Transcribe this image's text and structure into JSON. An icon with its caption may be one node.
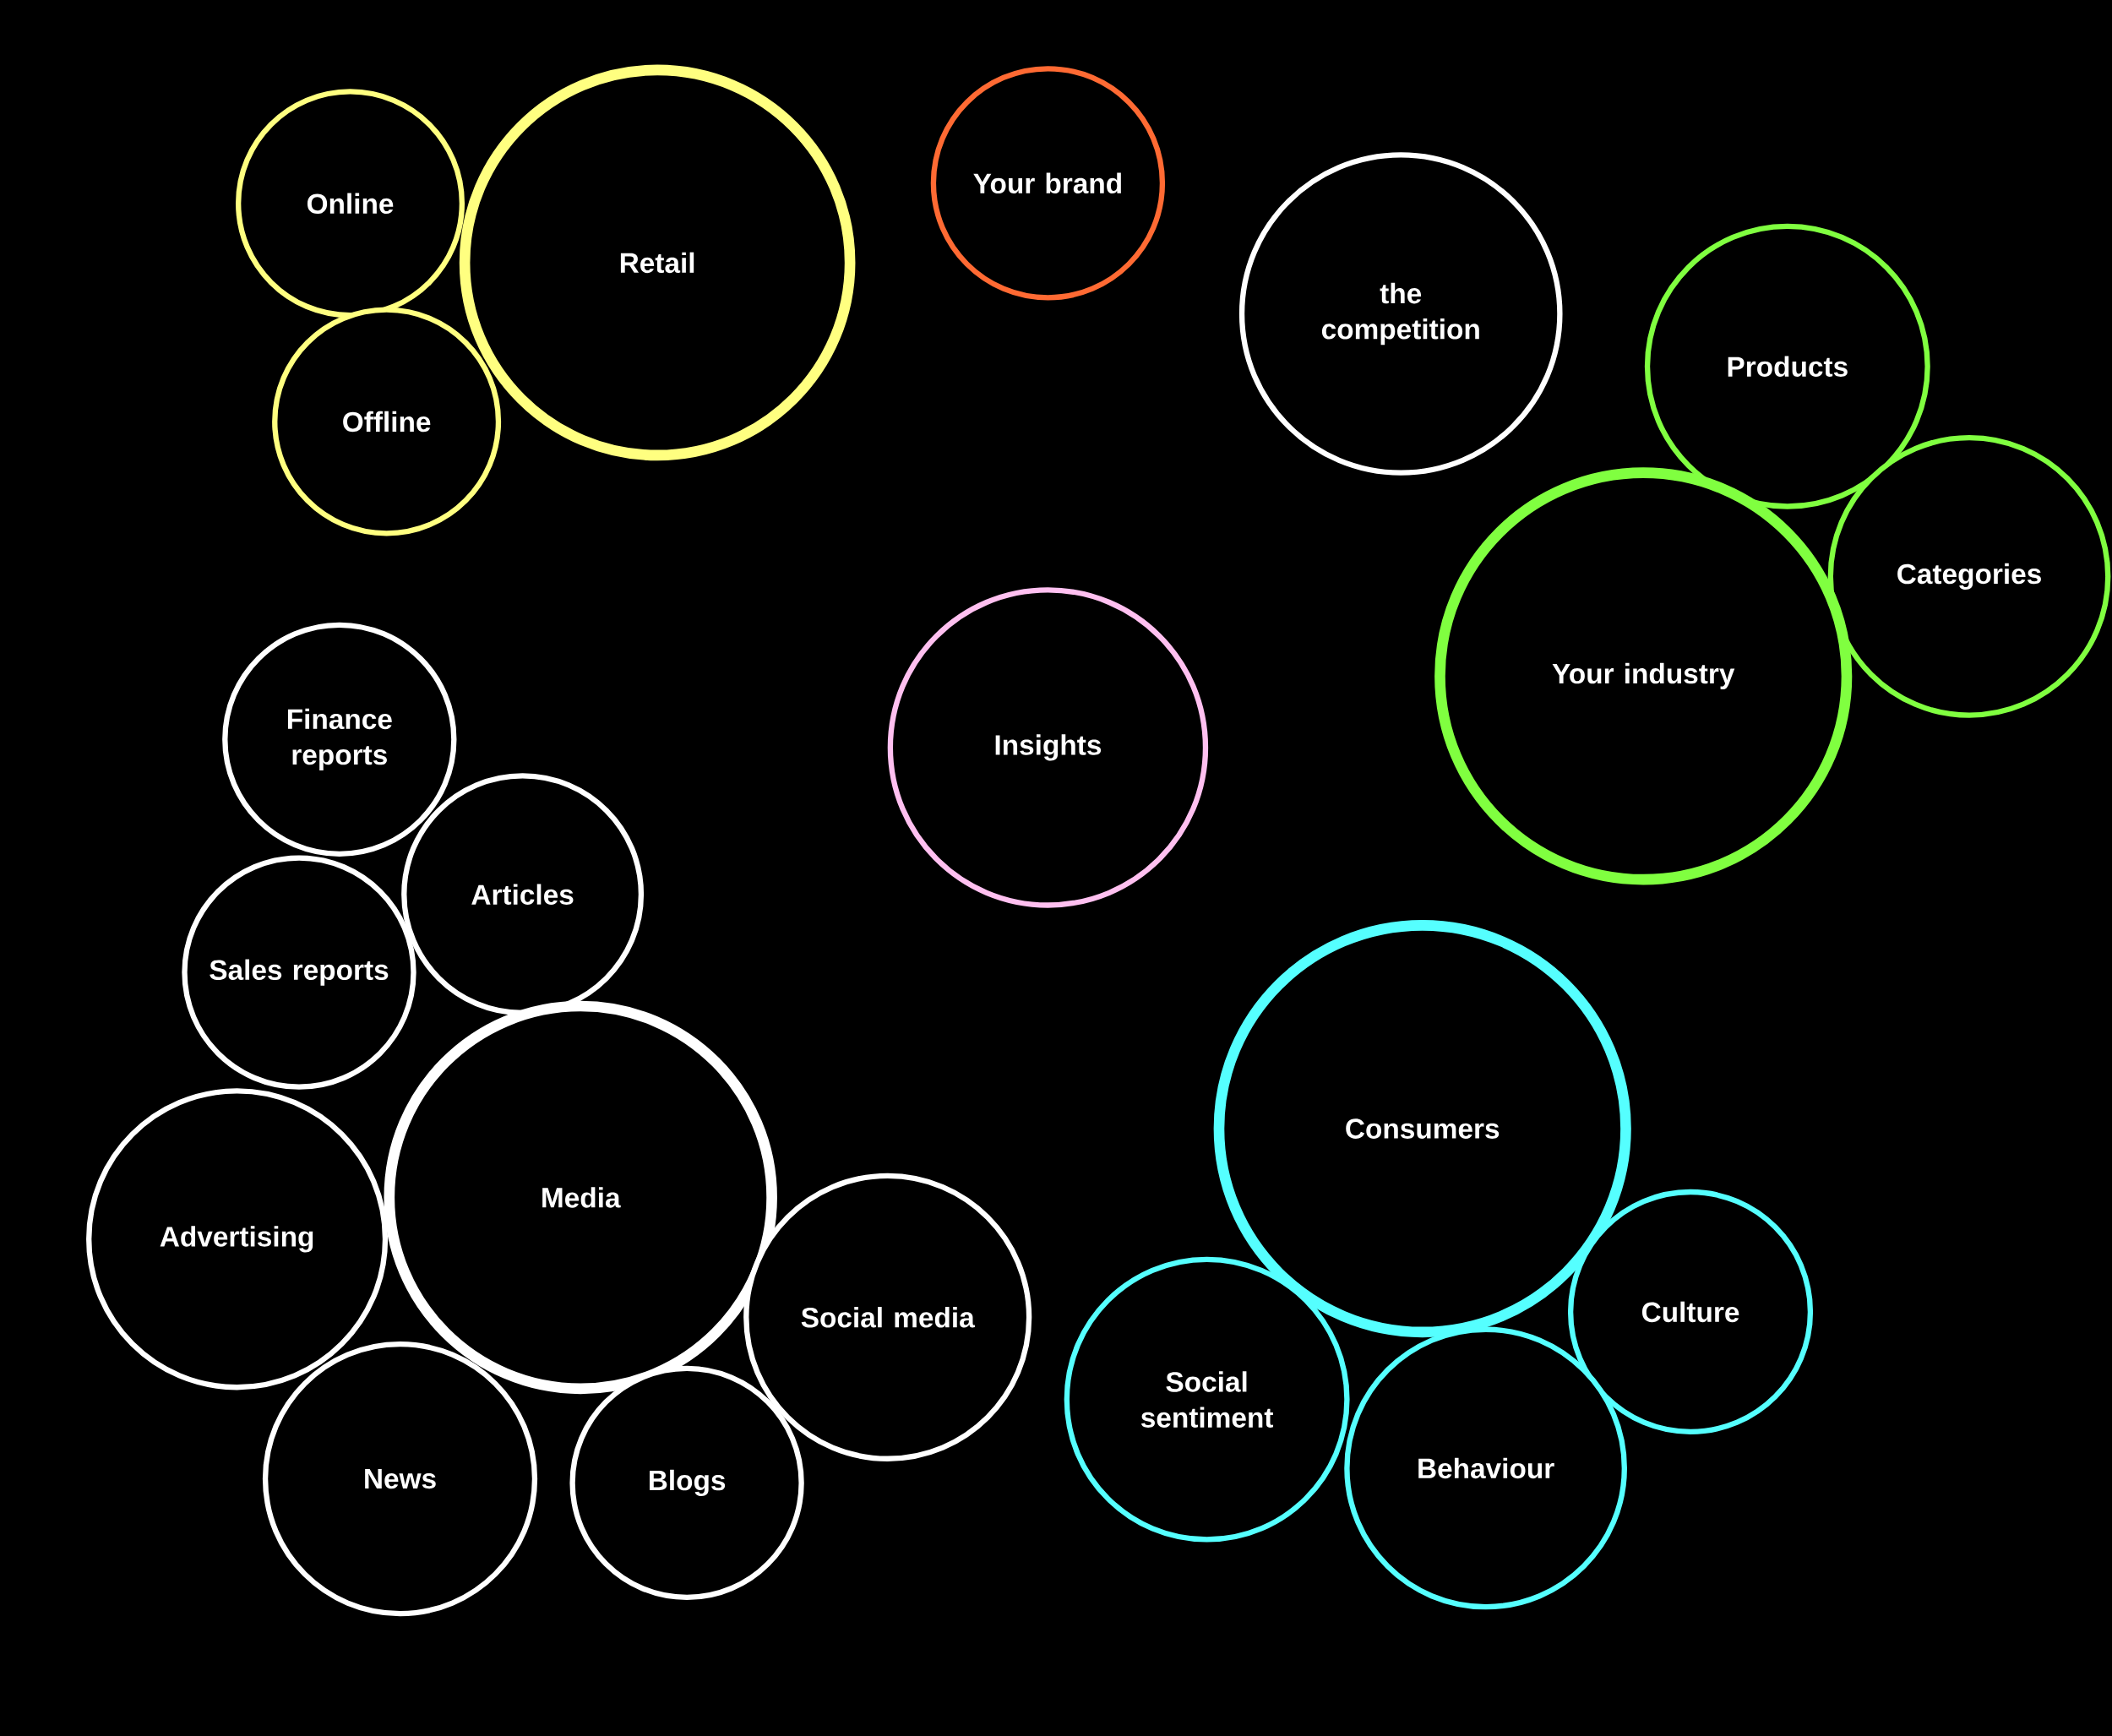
{
  "diagram": {
    "nodes": [
      {
        "text": [
          "Online"
        ]
      },
      {
        "text": [
          "Retail"
        ]
      },
      {
        "text": [
          "Offline"
        ]
      },
      {
        "text": [
          "Your brand"
        ]
      },
      {
        "text": [
          "the competition"
        ]
      },
      {
        "text": [
          "Products"
        ]
      },
      {
        "text": [
          "Categories"
        ]
      },
      {
        "text": [
          "Your industry"
        ]
      },
      {
        "text": [
          "Finance reports"
        ]
      },
      {
        "text": [
          "Insights"
        ]
      },
      {
        "text": [
          "Articles"
        ]
      },
      {
        "text": [
          "Sales reports"
        ]
      },
      {
        "text": [
          "Consumers"
        ]
      },
      {
        "text": [
          "Advertising"
        ]
      },
      {
        "text": [
          "Media"
        ]
      },
      {
        "text": [
          "Social media"
        ]
      },
      {
        "text": [
          "Culture"
        ]
      },
      {
        "text": [
          "Social sentiment"
        ]
      },
      {
        "text": [
          "Behaviour"
        ]
      },
      {
        "text": [
          "News"
        ]
      },
      {
        "text": [
          "Blogs"
        ]
      }
    ]
  }
}
